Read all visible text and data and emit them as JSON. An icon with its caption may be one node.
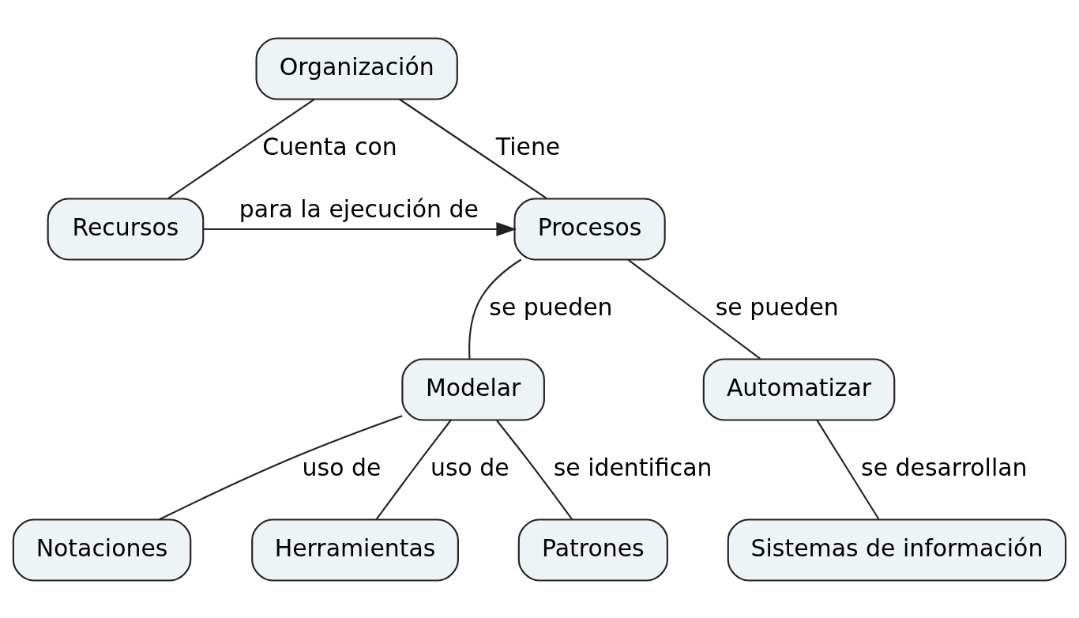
{
  "diagram": {
    "nodes": [
      {
        "text": [
          "Organización"
        ]
      },
      {
        "text": [
          "Recursos"
        ]
      },
      {
        "text": [
          "Procesos"
        ]
      },
      {
        "text": [
          "Modelar"
        ]
      },
      {
        "text": [
          "Automatizar"
        ]
      },
      {
        "text": [
          "Notaciones"
        ]
      },
      {
        "text": [
          "Herramientas"
        ]
      },
      {
        "text": [
          "Patrones"
        ]
      },
      {
        "text": [
          "Sistemas de información"
        ]
      }
    ],
    "edges": [
      {
        "from": 0,
        "to": 1,
        "arrow": "none",
        "label": "Cuenta con"
      },
      {
        "from": 0,
        "to": 2,
        "arrow": "none",
        "label": "Tiene"
      },
      {
        "from": 1,
        "to": 2,
        "arrow": "to",
        "label": "para la ejecución de"
      },
      {
        "from": 2,
        "to": 3,
        "arrow": "none",
        "label": "se pueden"
      },
      {
        "from": 2,
        "to": 4,
        "arrow": "none",
        "label": "se pueden"
      },
      {
        "from": 3,
        "to": 5,
        "arrow": "none",
        "label": "uso de"
      },
      {
        "from": 3,
        "to": 6,
        "arrow": "none",
        "label": "uso de"
      },
      {
        "from": 3,
        "to": 7,
        "arrow": "none",
        "label": "se identifican"
      },
      {
        "from": 4,
        "to": 8,
        "arrow": "none",
        "label": "se desarrollan"
      }
    ]
  }
}
